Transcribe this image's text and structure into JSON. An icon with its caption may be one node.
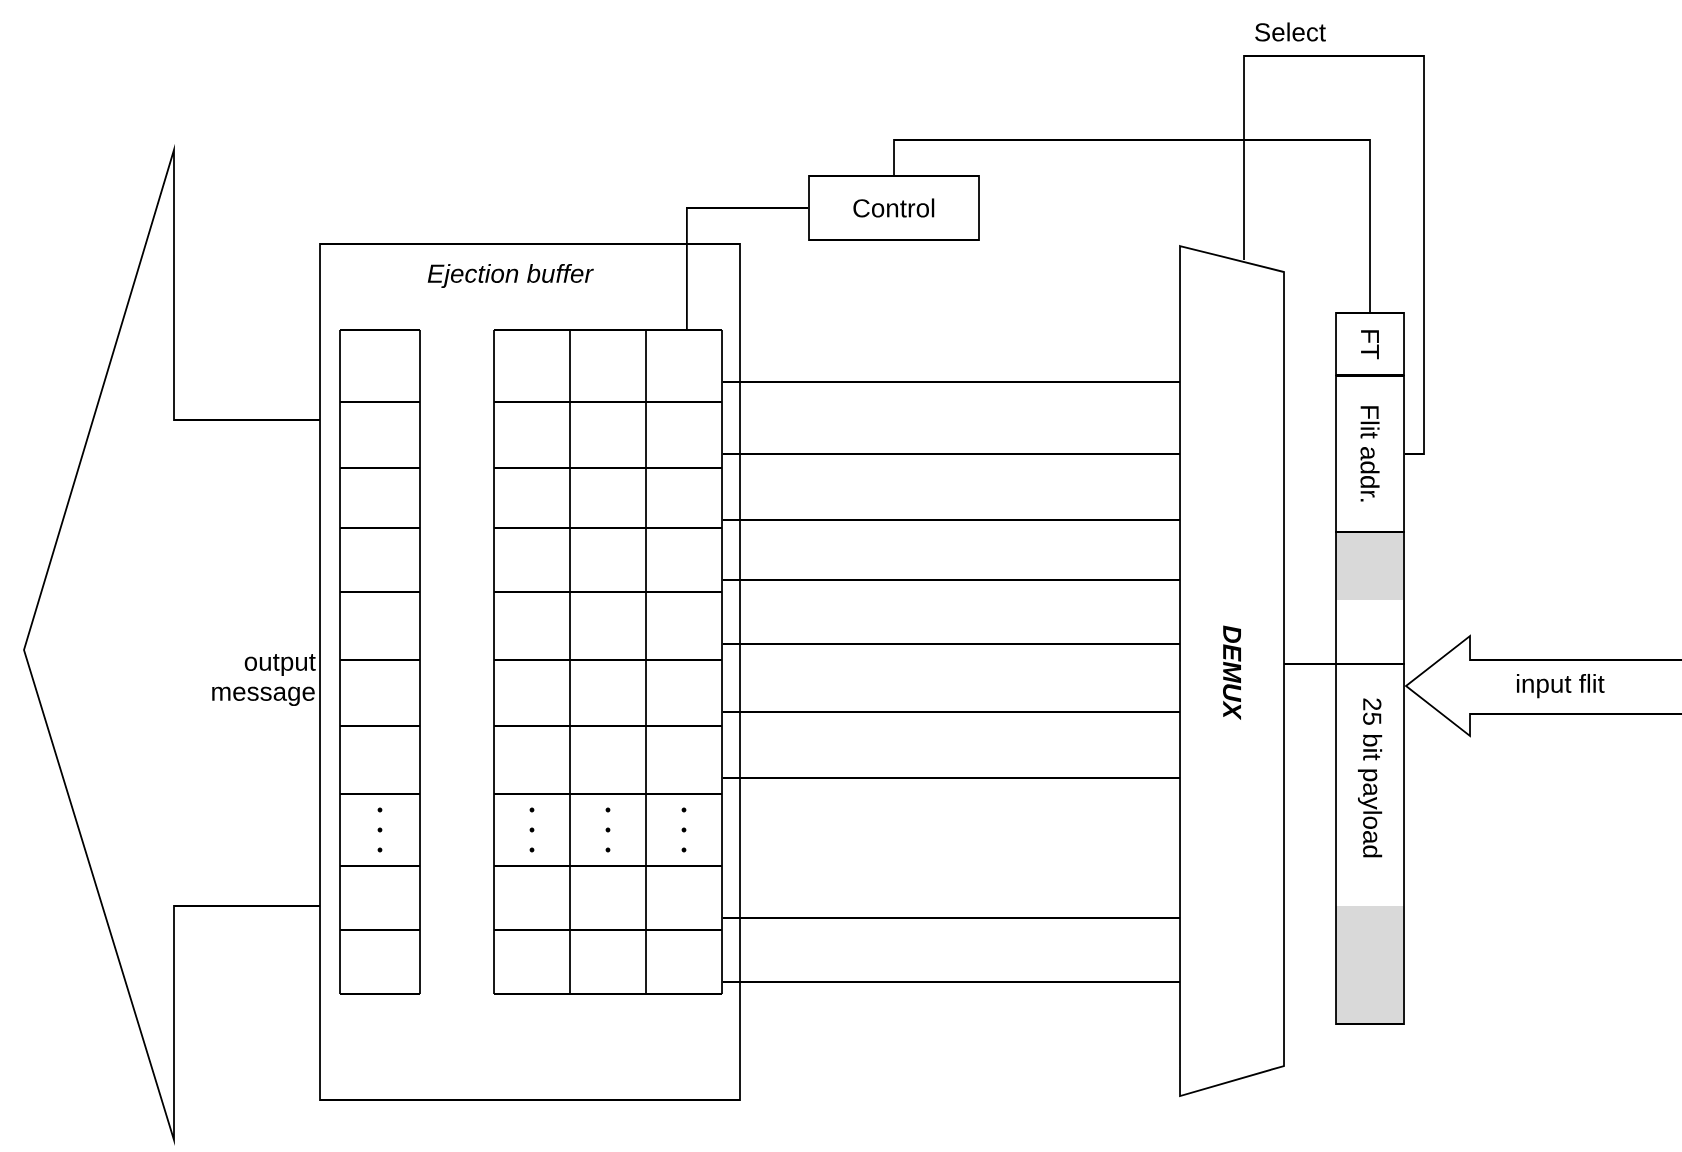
{
  "diagram": {
    "nodes": [
      {
        "text": [
          "output message"
        ]
      },
      {
        "text": [
          "Ejection buffer"
        ]
      },
      {
        "text": [],
        "shape": "box",
        "in": 1
      },
      {
        "text": [],
        "shape": "box",
        "in": 1
      },
      {
        "text": [
          "Control"
        ]
      },
      {
        "text": [
          "DEMUX"
        ]
      },
      {
        "text": [
          "FT"
        ]
      },
      {
        "text": [
          "Flit addr."
        ]
      },
      {
        "text": [
          "25 bit payload"
        ]
      },
      {
        "text": [
          "input flit"
        ]
      }
    ],
    "edges": [
      {
        "from": 4,
        "to": 3,
        "arrow": "none"
      },
      {
        "from": 4,
        "to": 6,
        "arrow": "none"
      },
      {
        "from": 5,
        "to": 7,
        "arrow": "none",
        "label": "Select"
      },
      {
        "from": 3,
        "to": 5,
        "arrow": "none"
      },
      {
        "from": 3,
        "to": 5,
        "arrow": "none"
      },
      {
        "from": 3,
        "to": 5,
        "arrow": "none"
      },
      {
        "from": 3,
        "to": 5,
        "arrow": "none"
      },
      {
        "from": 3,
        "to": 5,
        "arrow": "none"
      },
      {
        "from": 3,
        "to": 5,
        "arrow": "none"
      },
      {
        "from": 3,
        "to": 5,
        "arrow": "none"
      },
      {
        "from": 3,
        "to": 5,
        "arrow": "none"
      },
      {
        "from": 3,
        "to": 5,
        "arrow": "none"
      },
      {
        "from": 8,
        "to": 5,
        "arrow": "none"
      }
    ]
  }
}
